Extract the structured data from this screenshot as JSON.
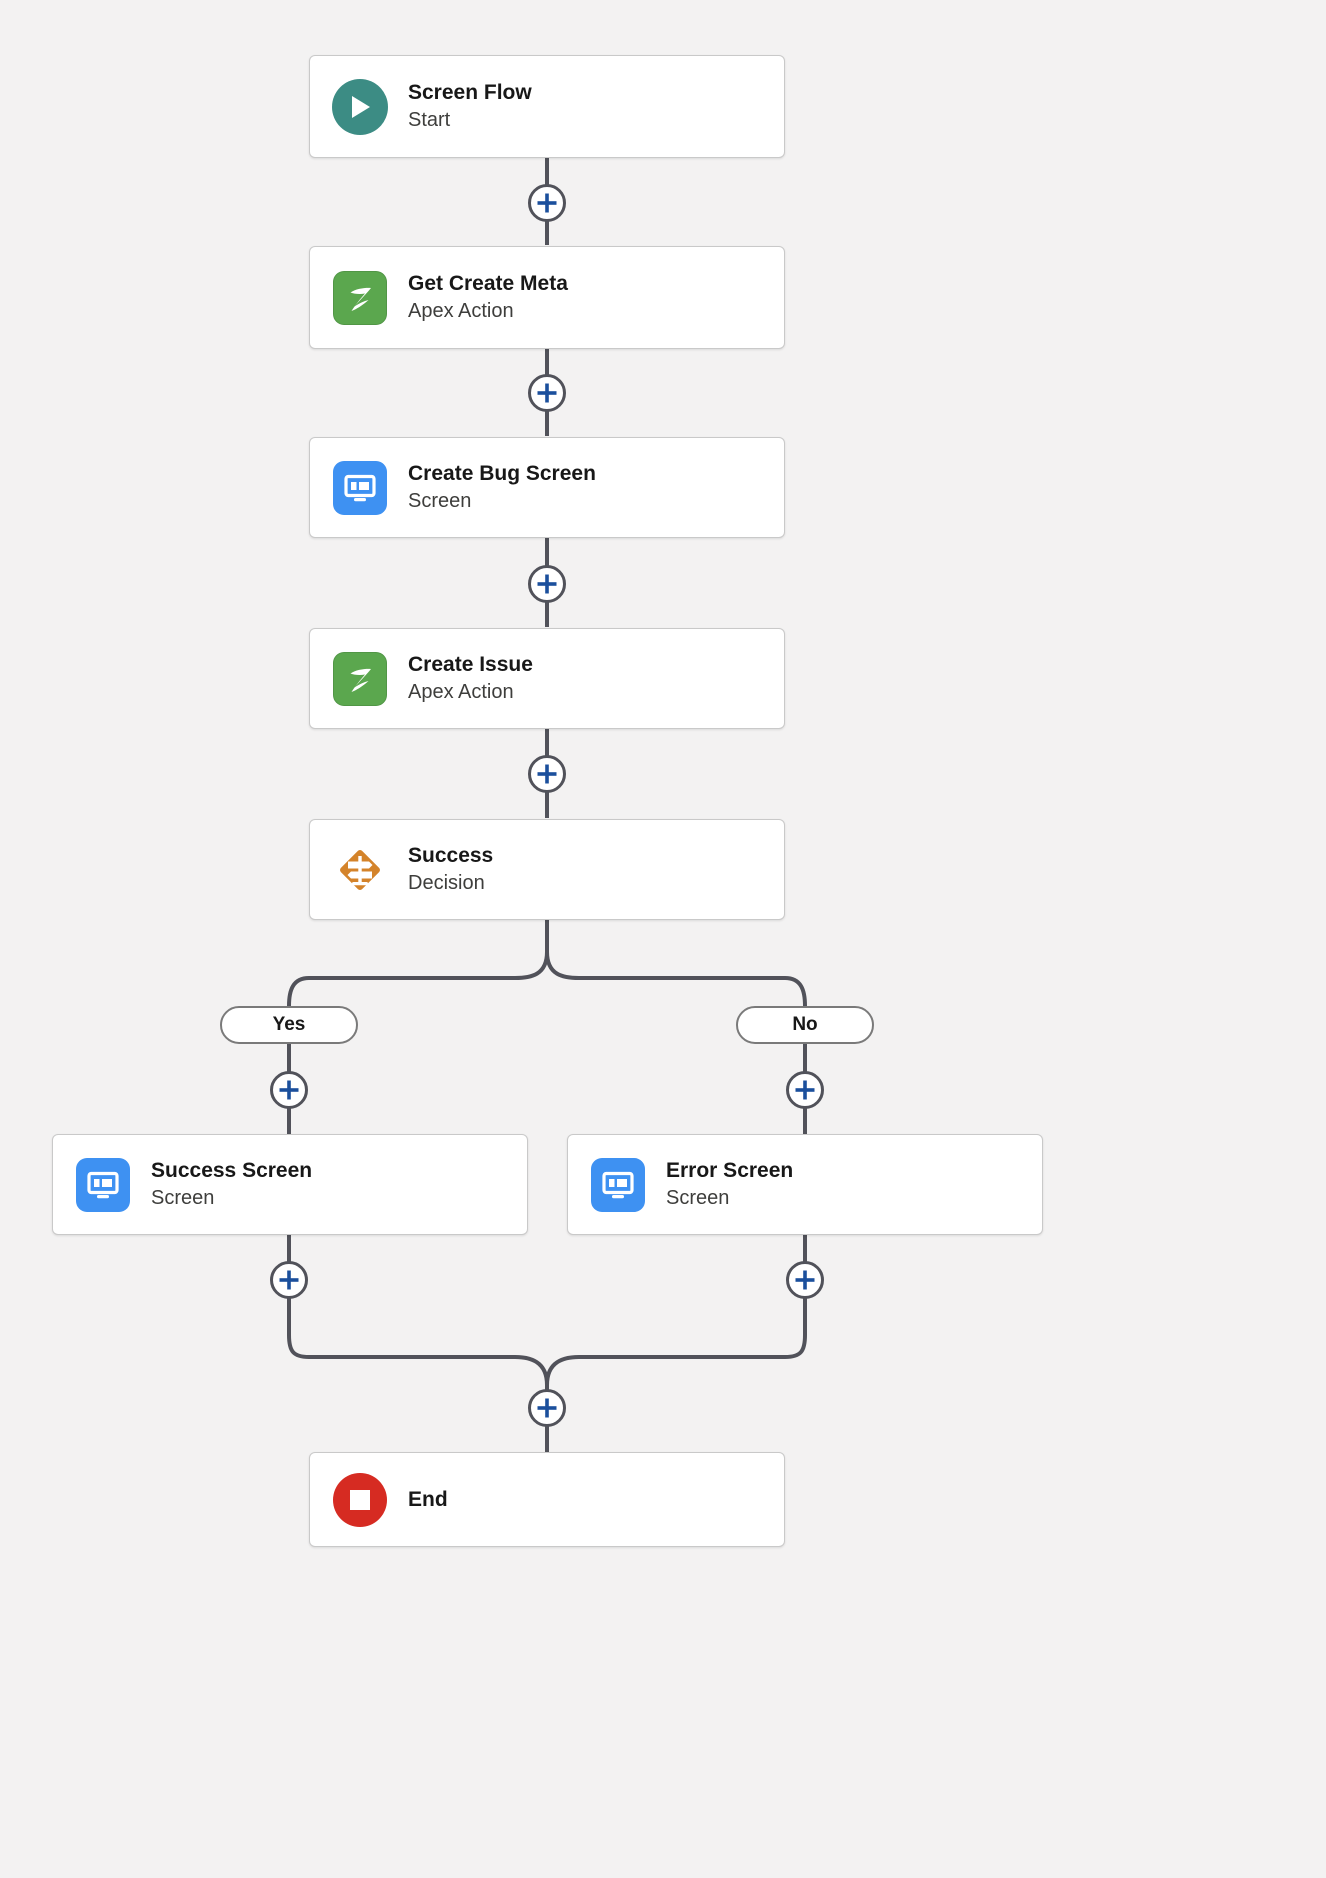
{
  "canvas": {
    "background": "#f3f2f2",
    "connector_color": "#51525a",
    "plus_icon_color": "#1b4f9c"
  },
  "flow": {
    "nodes": [
      {
        "id": "start",
        "title": "Screen Flow",
        "subtitle": "Start",
        "icon": "play-icon",
        "icon_color": "#3c8c84"
      },
      {
        "id": "get-create-meta",
        "title": "Get Create Meta",
        "subtitle": "Apex Action",
        "icon": "apex-icon",
        "icon_color": "#5ba74e"
      },
      {
        "id": "create-bug-screen",
        "title": "Create Bug Screen",
        "subtitle": "Screen",
        "icon": "screen-icon",
        "icon_color": "#3e91f2"
      },
      {
        "id": "create-issue",
        "title": "Create Issue",
        "subtitle": "Apex Action",
        "icon": "apex-icon",
        "icon_color": "#5ba74e"
      },
      {
        "id": "success-decision",
        "title": "Success",
        "subtitle": "Decision",
        "icon": "decision-icon",
        "icon_color": "#d4832a"
      },
      {
        "id": "success-screen",
        "title": "Success Screen",
        "subtitle": "Screen",
        "icon": "screen-icon",
        "icon_color": "#3e91f2"
      },
      {
        "id": "error-screen",
        "title": "Error Screen",
        "subtitle": "Screen",
        "icon": "screen-icon",
        "icon_color": "#3e91f2"
      },
      {
        "id": "end",
        "title": "End",
        "subtitle": "",
        "icon": "stop-icon",
        "icon_color": "#d62b22"
      }
    ],
    "branch_labels": [
      {
        "id": "yes",
        "label": "Yes"
      },
      {
        "id": "no",
        "label": "No"
      }
    ],
    "add_buttons": [
      {
        "id": "add-after-start"
      },
      {
        "id": "add-after-get-create-meta"
      },
      {
        "id": "add-after-create-bug-screen"
      },
      {
        "id": "add-after-create-issue"
      },
      {
        "id": "add-on-yes-branch"
      },
      {
        "id": "add-on-no-branch"
      },
      {
        "id": "add-after-success-screen"
      },
      {
        "id": "add-after-error-screen"
      },
      {
        "id": "add-before-end"
      }
    ]
  }
}
